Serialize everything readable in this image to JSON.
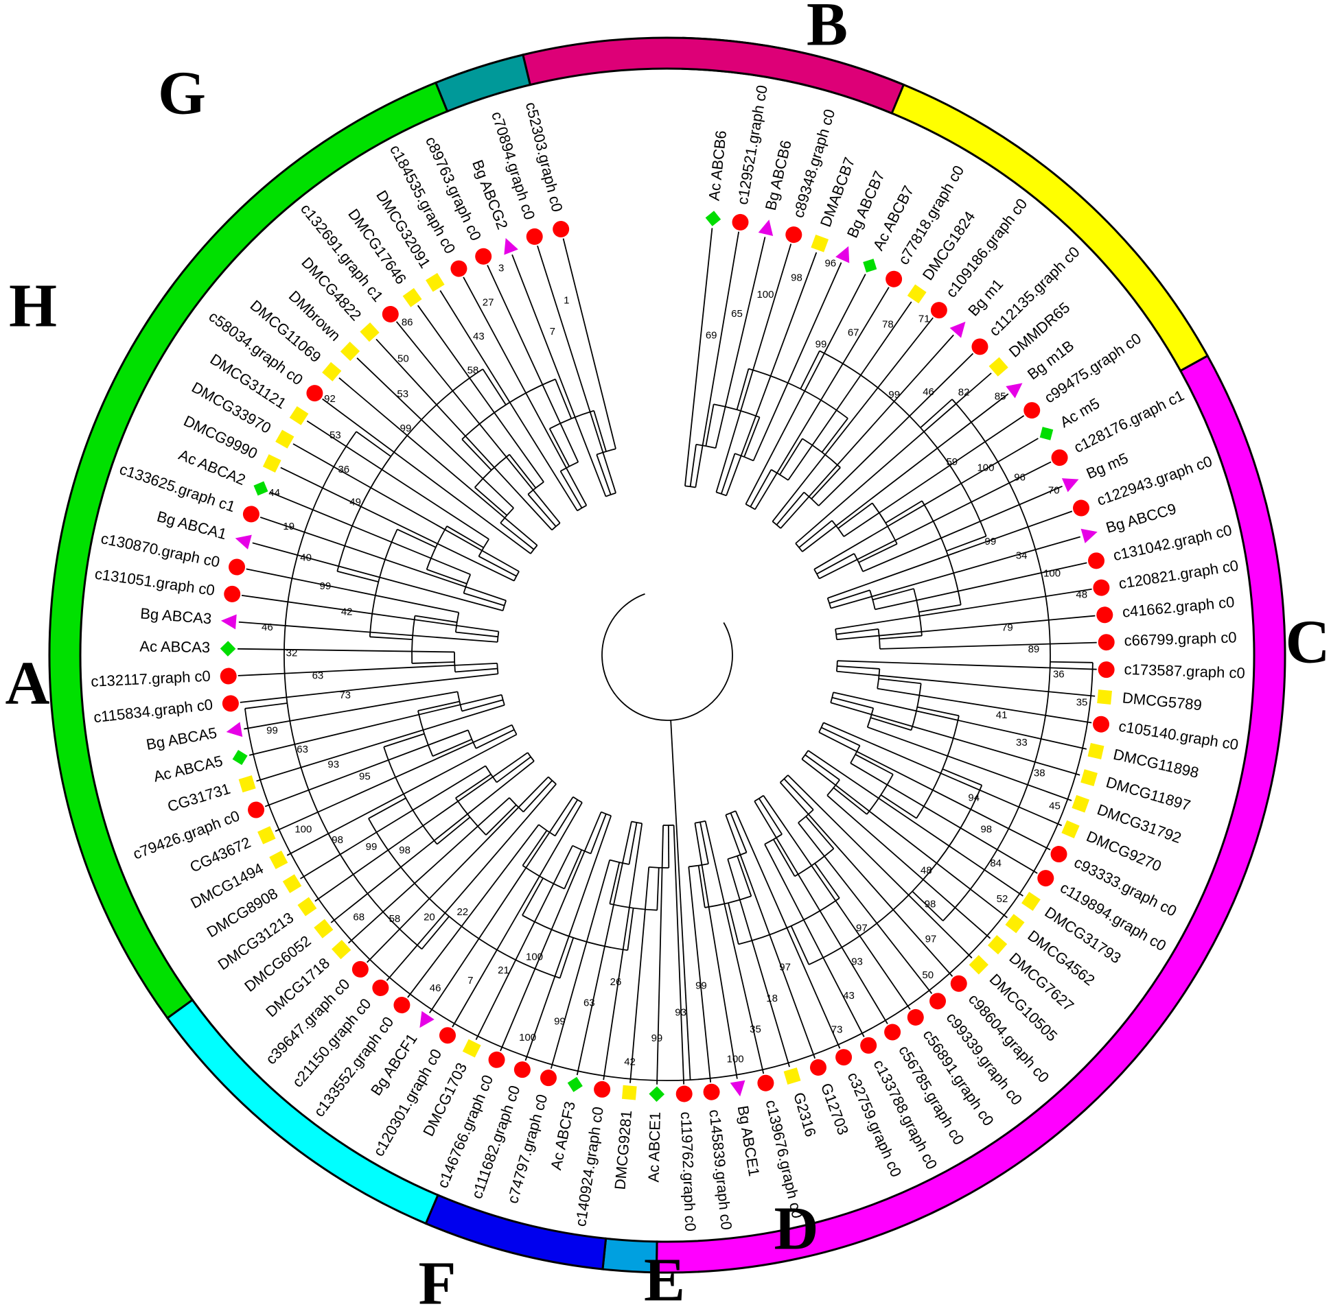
{
  "figure": {
    "type": "circular phylogenetic tree",
    "marker_legend": {
      "circle": "#ff0000",
      "triangle": "#e600e6",
      "square": "#ffee00",
      "diamond": "#00dd00"
    }
  },
  "clades": [
    {
      "label": "A",
      "color": "#00e000"
    },
    {
      "label": "B",
      "color": "#ffff00"
    },
    {
      "label": "C",
      "color": "#ff00ff"
    },
    {
      "label": "D",
      "color": "#00a0e0"
    },
    {
      "label": "E",
      "color": "#0000ee"
    },
    {
      "label": "F",
      "color": "#00ffff"
    },
    {
      "label": "G",
      "color": "#dd0077"
    },
    {
      "label": "H",
      "color": "#009999"
    }
  ],
  "leaves": [
    {
      "label": "Ac ABCB6",
      "marker": "diamond"
    },
    {
      "label": "c129521.graph c0",
      "marker": "circle"
    },
    {
      "label": "Bg ABCB6",
      "marker": "triangle"
    },
    {
      "label": "c89348.graph c0",
      "marker": "circle"
    },
    {
      "label": "DMABCB7",
      "marker": "square"
    },
    {
      "label": "Bg ABCB7",
      "marker": "triangle"
    },
    {
      "label": "Ac ABCB7",
      "marker": "diamond"
    },
    {
      "label": "c77818.graph c0",
      "marker": "circle"
    },
    {
      "label": "DMCG1824",
      "marker": "square"
    },
    {
      "label": "c109186.graph c0",
      "marker": "circle"
    },
    {
      "label": "Bg m1",
      "marker": "triangle"
    },
    {
      "label": "c112135.graph c0",
      "marker": "circle"
    },
    {
      "label": "DMMDR65",
      "marker": "square"
    },
    {
      "label": "Bg m1B",
      "marker": "triangle"
    },
    {
      "label": "c99475.graph c0",
      "marker": "circle"
    },
    {
      "label": "Ac m5",
      "marker": "diamond"
    },
    {
      "label": "c128176.graph c1",
      "marker": "circle"
    },
    {
      "label": "Bg m5",
      "marker": "triangle"
    },
    {
      "label": "c122943.graph c0",
      "marker": "circle"
    },
    {
      "label": "Bg ABCC9",
      "marker": "triangle"
    },
    {
      "label": "c131042.graph c0",
      "marker": "circle"
    },
    {
      "label": "c120821.graph c0",
      "marker": "circle"
    },
    {
      "label": "c41662.graph c0",
      "marker": "circle"
    },
    {
      "label": "c66799.graph c0",
      "marker": "circle"
    },
    {
      "label": "c173587.graph c0",
      "marker": "circle"
    },
    {
      "label": "DMCG5789",
      "marker": "square"
    },
    {
      "label": "c105140.graph c0",
      "marker": "circle"
    },
    {
      "label": "DMCG11898",
      "marker": "square"
    },
    {
      "label": "DMCG11897",
      "marker": "square"
    },
    {
      "label": "DMCG31792",
      "marker": "square"
    },
    {
      "label": "DMCG9270",
      "marker": "square"
    },
    {
      "label": "c93333.graph c0",
      "marker": "circle"
    },
    {
      "label": "c119894.graph c0",
      "marker": "circle"
    },
    {
      "label": "DMCG31793",
      "marker": "square"
    },
    {
      "label": "DMCG4562",
      "marker": "square"
    },
    {
      "label": "DMCG7627",
      "marker": "square"
    },
    {
      "label": "DMCG10505",
      "marker": "square"
    },
    {
      "label": "c98604.graph c0",
      "marker": "circle"
    },
    {
      "label": "c99339.graph c0",
      "marker": "circle"
    },
    {
      "label": "c56891.graph c0",
      "marker": "circle"
    },
    {
      "label": "c56785.graph c0",
      "marker": "circle"
    },
    {
      "label": "c133788.graph c0",
      "marker": "circle"
    },
    {
      "label": "c32759.graph c0",
      "marker": "circle"
    },
    {
      "label": "G12703",
      "marker": "circle"
    },
    {
      "label": "G2316",
      "marker": "square"
    },
    {
      "label": "c139676.graph c0",
      "marker": "circle"
    },
    {
      "label": "Bg ABCE1",
      "marker": "triangle"
    },
    {
      "label": "c145839.graph c0",
      "marker": "circle"
    },
    {
      "label": "c119762.graph c0",
      "marker": "circle"
    },
    {
      "label": "Ac ABCE1",
      "marker": "diamond"
    },
    {
      "label": "DMCG9281",
      "marker": "square"
    },
    {
      "label": "c140924.graph c0",
      "marker": "circle"
    },
    {
      "label": "Ac ABCF3",
      "marker": "diamond"
    },
    {
      "label": "c74797.graph c0",
      "marker": "circle"
    },
    {
      "label": "c111682.graph c0",
      "marker": "circle"
    },
    {
      "label": "c146766.graph c0",
      "marker": "circle"
    },
    {
      "label": "DMCG1703",
      "marker": "square"
    },
    {
      "label": "c120301.graph c0",
      "marker": "circle"
    },
    {
      "label": "Bg ABCF1",
      "marker": "triangle"
    },
    {
      "label": "c133552.graph c0",
      "marker": "circle"
    },
    {
      "label": "c21150.graph c0",
      "marker": "circle"
    },
    {
      "label": "c39647.graph c0",
      "marker": "circle"
    },
    {
      "label": "DMCG1718",
      "marker": "square"
    },
    {
      "label": "DMCG6052",
      "marker": "square"
    },
    {
      "label": "DMCG31213",
      "marker": "square"
    },
    {
      "label": "DMCG8908",
      "marker": "square"
    },
    {
      "label": "DMCG1494",
      "marker": "square"
    },
    {
      "label": "CG43672",
      "marker": "square"
    },
    {
      "label": "c79426.graph c0",
      "marker": "circle"
    },
    {
      "label": "CG31731",
      "marker": "square"
    },
    {
      "label": "Ac ABCA5",
      "marker": "diamond"
    },
    {
      "label": "Bg ABCA5",
      "marker": "triangle"
    },
    {
      "label": "c115834.graph c0",
      "marker": "circle"
    },
    {
      "label": "c132117.graph c0",
      "marker": "circle"
    },
    {
      "label": "Ac ABCA3",
      "marker": "diamond"
    },
    {
      "label": "Bg ABCA3",
      "marker": "triangle"
    },
    {
      "label": "c131051.graph c0",
      "marker": "circle"
    },
    {
      "label": "c130870.graph c0",
      "marker": "circle"
    },
    {
      "label": "Bg ABCA1",
      "marker": "triangle"
    },
    {
      "label": "c133625.graph c1",
      "marker": "circle"
    },
    {
      "label": "Ac ABCA2",
      "marker": "diamond"
    },
    {
      "label": "DMCG9990",
      "marker": "square"
    },
    {
      "label": "DMCG33970",
      "marker": "square"
    },
    {
      "label": "DMCG31121",
      "marker": "square"
    },
    {
      "label": "c58034.graph c0",
      "marker": "circle"
    },
    {
      "label": "DMCG11069",
      "marker": "square"
    },
    {
      "label": "DMbrown",
      "marker": "square"
    },
    {
      "label": "DMCG4822",
      "marker": "square"
    },
    {
      "label": "c132691.graph c1",
      "marker": "circle"
    },
    {
      "label": "DMCG17646",
      "marker": "square"
    },
    {
      "label": "DMCG32091",
      "marker": "square"
    },
    {
      "label": "c184535.graph c0",
      "marker": "circle"
    },
    {
      "label": "c89763.graph c0",
      "marker": "circle"
    },
    {
      "label": "Bg ABCG2",
      "marker": "triangle"
    },
    {
      "label": "c70894.graph c0",
      "marker": "circle"
    },
    {
      "label": "c52303.graph c0",
      "marker": "circle"
    }
  ],
  "bootstrap_values": [
    "69",
    "65",
    "100",
    "98",
    "96",
    "99",
    "67",
    "78",
    "71",
    "99",
    "46",
    "82",
    "85",
    "59",
    "100",
    "96",
    "70",
    "99",
    "34",
    "100",
    "48",
    "79",
    "89",
    "36",
    "35",
    "41",
    "33",
    "38",
    "45",
    "94",
    "98",
    "84",
    "52",
    "48",
    "98",
    "97",
    "50",
    "97",
    "93",
    "43",
    "73",
    "97",
    "18",
    "35",
    "100",
    "99",
    "93",
    "99",
    "42",
    "26",
    "63",
    "99",
    "100",
    "100",
    "21",
    "7",
    "46",
    "22",
    "20",
    "58",
    "68",
    "98",
    "99",
    "98",
    "100",
    "95",
    "93",
    "63",
    "99",
    "73",
    "63",
    "32",
    "46",
    "42",
    "99",
    "40",
    "19",
    "44",
    "49",
    "36",
    "53",
    "92",
    "99",
    "53",
    "50",
    "86",
    "58",
    "43",
    "27",
    "3",
    "7",
    "1"
  ]
}
